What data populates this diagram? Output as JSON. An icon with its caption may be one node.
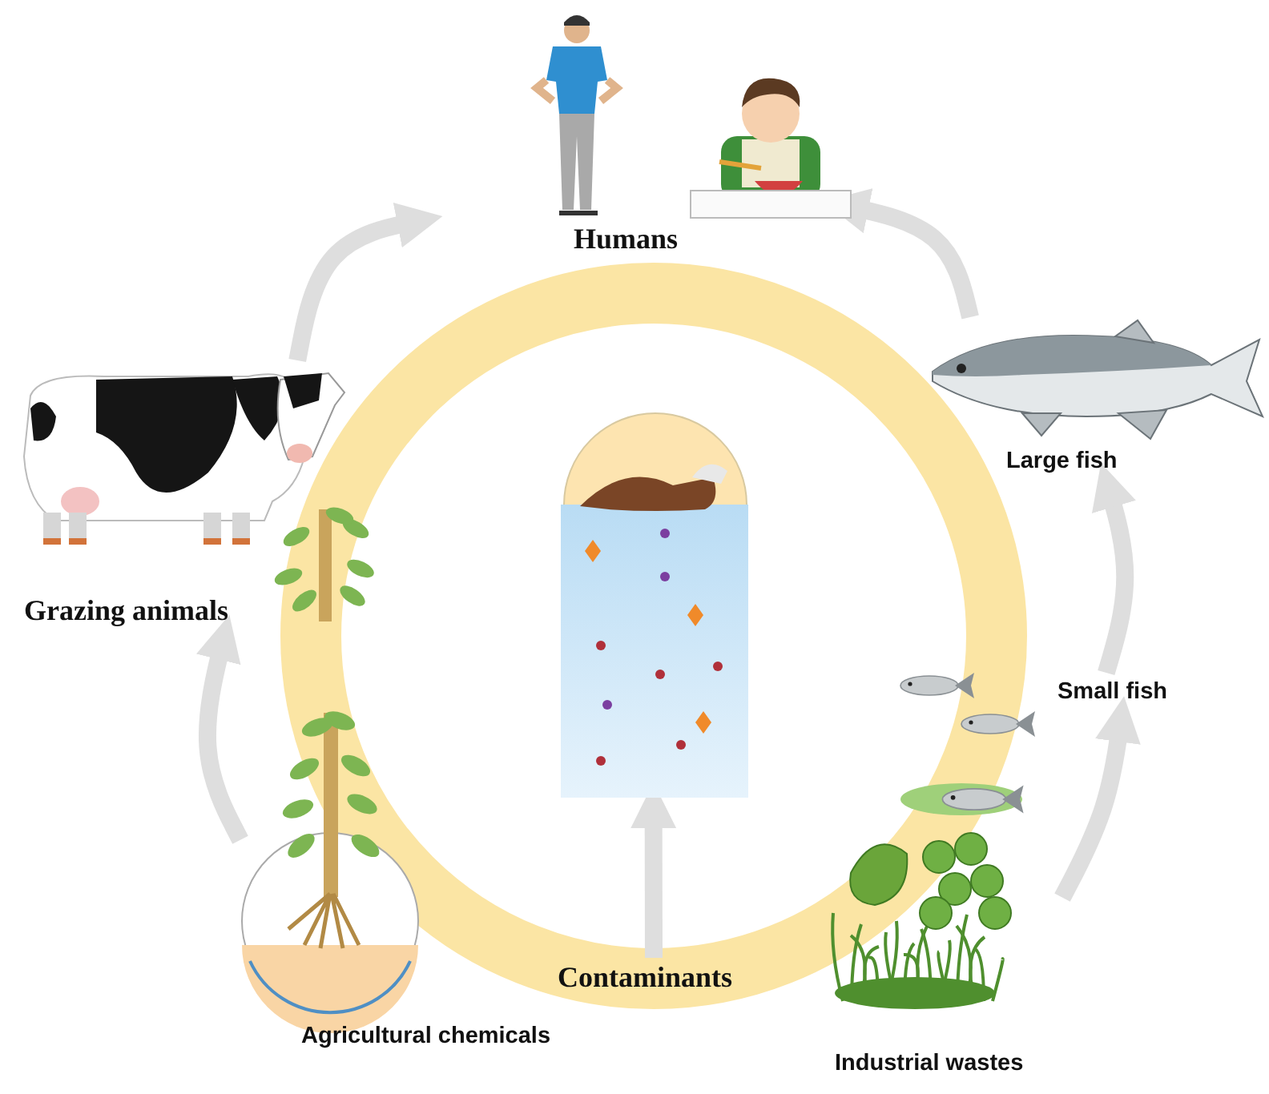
{
  "diagram": {
    "nodes": [
      {
        "text": [
          "Humans"
        ]
      },
      {
        "text": [
          "Grazing animals"
        ]
      },
      {
        "text": [
          "Large fish"
        ]
      },
      {
        "text": [
          "Small fish"
        ]
      },
      {
        "text": [
          "Agricultural chemicals"
        ]
      },
      {
        "text": [
          "Industrial wastes"
        ]
      },
      {
        "text": [
          "Contaminants"
        ]
      },
      {
        "text": [],
        "shape": "picture"
      }
    ],
    "edges": [
      {
        "from": 1,
        "to": 0,
        "arrow": "to"
      },
      {
        "from": 2,
        "to": 0,
        "arrow": "to"
      },
      {
        "from": 3,
        "to": 2,
        "arrow": "to"
      },
      {
        "from": 5,
        "to": 3,
        "arrow": "to"
      },
      {
        "from": 4,
        "to": 1,
        "arrow": "to"
      },
      {
        "from": 6,
        "to": 7,
        "arrow": "to"
      }
    ]
  }
}
